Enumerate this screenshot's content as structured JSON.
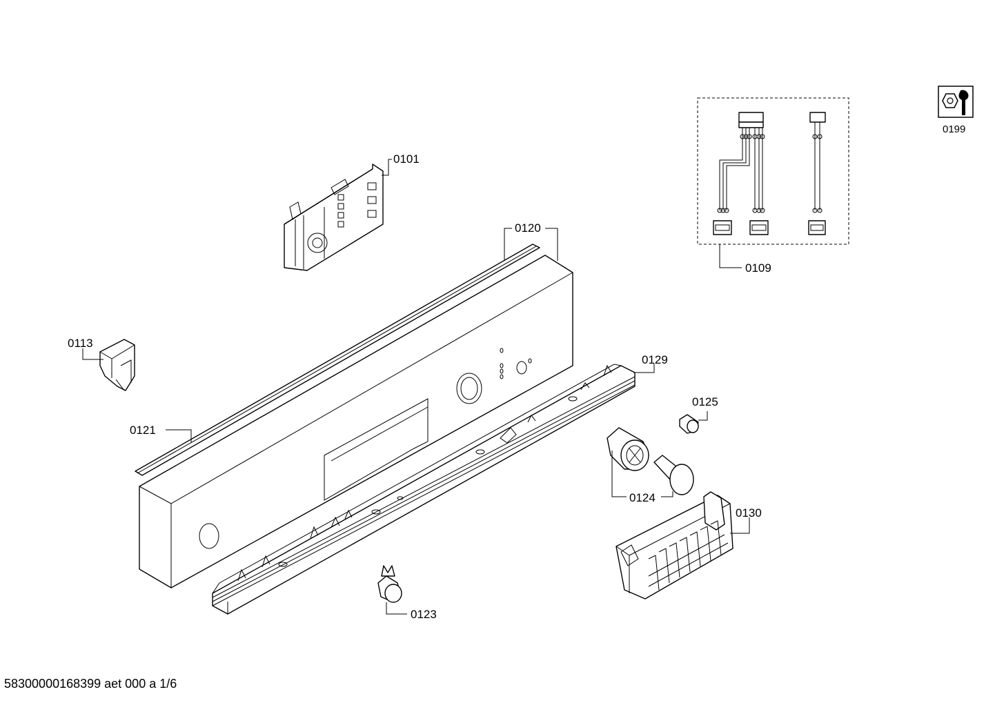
{
  "labels": {
    "p0101": "0101",
    "p0109": "0109",
    "p0113": "0113",
    "p0120": "0120",
    "p0121": "0121",
    "p0123": "0123",
    "p0124": "0124",
    "p0125": "0125",
    "p0129": "0129",
    "p0130": "0130",
    "p0199": "0199"
  },
  "footer": {
    "document_id": "58300000168399 aet 000 a 1/6"
  },
  "icons": {
    "tool_kit": "nut-and-wrench-icon"
  }
}
